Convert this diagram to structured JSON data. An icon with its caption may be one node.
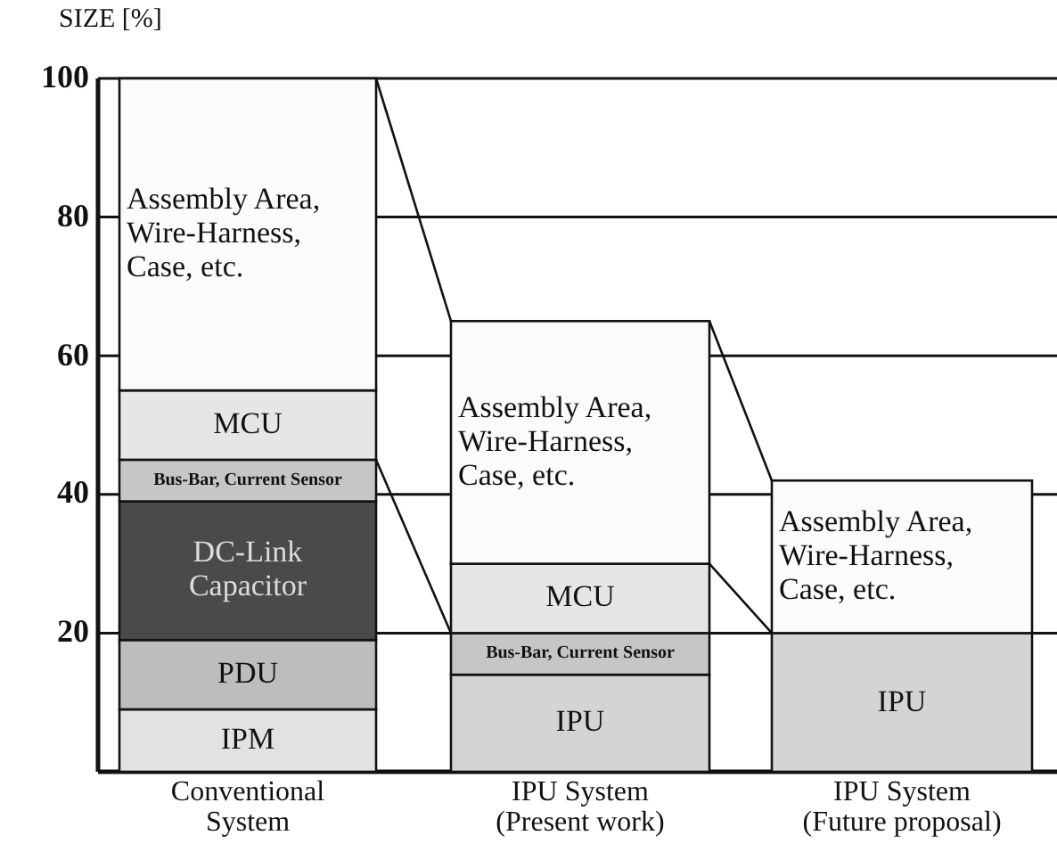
{
  "diagram": {
    "chart_data": {
      "type": "bar",
      "stacked": true,
      "orientation": "vertical",
      "ylabel": "SIZE [%]",
      "ylim": [
        0,
        100
      ],
      "yticks": [
        20,
        40,
        60,
        80,
        100
      ],
      "categories": [
        "Conventional System",
        "IPU System (Present work)",
        "IPU System (Future proposal)"
      ],
      "grid": true,
      "series": [
        {
          "name": "IPM",
          "color": "#e2e2e2",
          "values": [
            9,
            null,
            null
          ]
        },
        {
          "name": "PDU",
          "color": "#bdbdbd",
          "values": [
            10,
            null,
            null
          ]
        },
        {
          "name": "DC-Link Capacitor",
          "color": "#4a4a4a",
          "values": [
            20,
            null,
            null
          ]
        },
        {
          "name": "IPU",
          "color": "#d4d4d4",
          "values": [
            null,
            14,
            20
          ]
        },
        {
          "name": "Bus-Bar, Current Sensor",
          "color": "#c6c6c6",
          "values": [
            6,
            6,
            null
          ]
        },
        {
          "name": "MCU",
          "color": "#e6e6e6",
          "values": [
            10,
            10,
            null
          ]
        },
        {
          "name": "Assembly Area, Wire-Harness, Case, etc.",
          "color": "#fbfbfb",
          "values": [
            45,
            35,
            22
          ]
        }
      ]
    }
  }
}
